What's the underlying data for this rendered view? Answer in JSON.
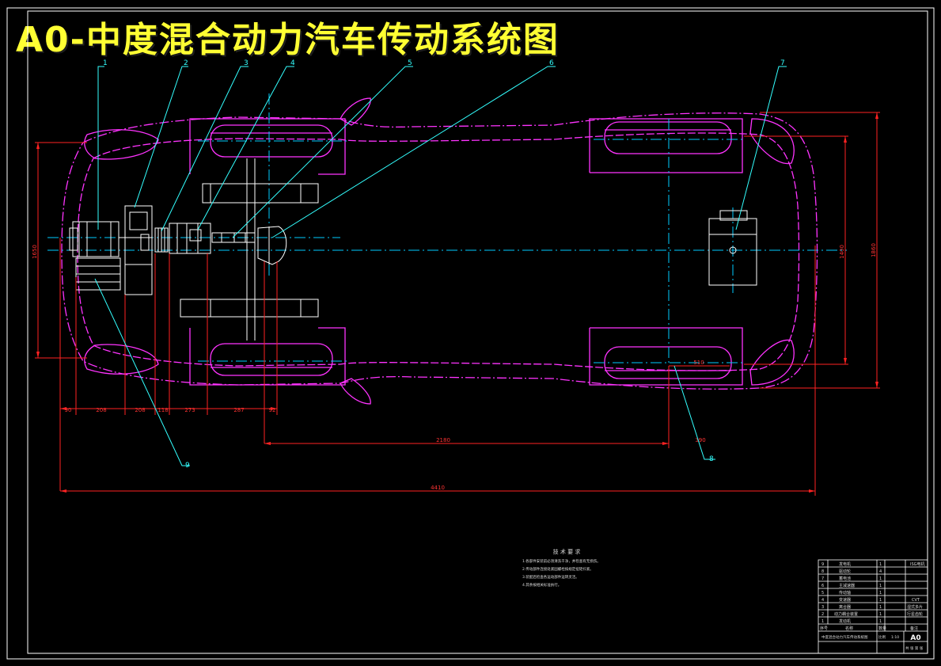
{
  "title": "A0-中度混合动力汽车传动系统图",
  "colors": {
    "background": "#000000",
    "title": "#ffff33",
    "body_outline": "#ff33ff",
    "leader": "#33ffff",
    "dimension": "#ff2222",
    "part": "#ffffff",
    "centerline": "#00ccff"
  },
  "callouts": [
    "1",
    "2",
    "3",
    "4",
    "5",
    "6",
    "7",
    "8",
    "9"
  ],
  "dimensions": {
    "bottom_chain": [
      "90",
      "208",
      "208",
      "118",
      "273",
      "287",
      "92"
    ],
    "wheelbase": "2180",
    "overall_length": "4410",
    "rear_wheel": "510",
    "rear_offset": "390",
    "left_width": "1650",
    "right_width_inner": "1400",
    "right_width_outer": "1860"
  },
  "tech_requirements": {
    "heading": "技 术 要 求",
    "lines": [
      "1.各部件安装前必须清洗干净，并检查有无损伤。",
      "2.传动部件连接处紧固螺栓按规定扭矩拧紧。",
      "3.装配后检查各运动部件运转灵活。",
      "4.其余按相关标准执行。"
    ]
  },
  "title_block": {
    "parts_rows": [
      {
        "no": "9",
        "name": "发电机",
        "qty": "1",
        "note": "ISG电机"
      },
      {
        "no": "8",
        "name": "驱动轮",
        "qty": "4",
        "note": ""
      },
      {
        "no": "7",
        "name": "蓄电池",
        "qty": "1",
        "note": ""
      },
      {
        "no": "6",
        "name": "主减速器",
        "qty": "1",
        "note": ""
      },
      {
        "no": "5",
        "name": "传动轴",
        "qty": "1",
        "note": ""
      },
      {
        "no": "4",
        "name": "变速器",
        "qty": "1",
        "note": "CVT"
      },
      {
        "no": "3",
        "name": "离合器",
        "qty": "1",
        "note": "湿式多片"
      },
      {
        "no": "2",
        "name": "动力耦合装置",
        "qty": "1",
        "note": "行星齿轮"
      },
      {
        "no": "1",
        "name": "发动机",
        "qty": "1",
        "note": ""
      }
    ],
    "header": {
      "no": "序号",
      "name": "名称",
      "qty": "数量",
      "note": "备注"
    },
    "drawing_name": "中度混合动力汽车传动系统图",
    "sheet_size": "A0",
    "scale_label": "比例",
    "scale_value": "1:10",
    "sheet_label": "共 张 第 张"
  }
}
